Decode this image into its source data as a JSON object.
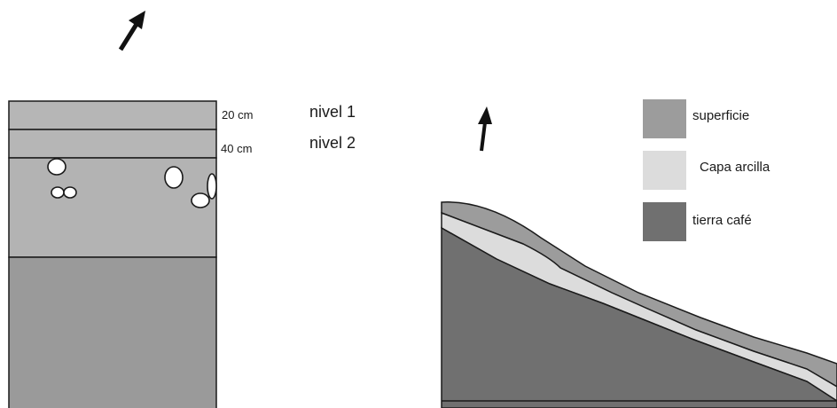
{
  "profile": {
    "depth_labels": [
      "20 cm",
      "40 cm"
    ],
    "level_labels": [
      "nivel 1",
      "nivel 2"
    ]
  },
  "legend": {
    "items": [
      {
        "label": "superficie",
        "color": "#9c9c9c"
      },
      {
        "label": "Capa arcilla",
        "color": "#dcdcdc"
      },
      {
        "label": "tierra café",
        "color": "#707070"
      }
    ]
  },
  "colors": {
    "layer_top": "#b6b6b6",
    "layer_mid": "#b3b3b3",
    "layer_bottom": "#9a9a9a",
    "stroke": "#1a1a1a"
  },
  "icons": [
    "north-arrow-icon",
    "north-arrow-icon"
  ]
}
